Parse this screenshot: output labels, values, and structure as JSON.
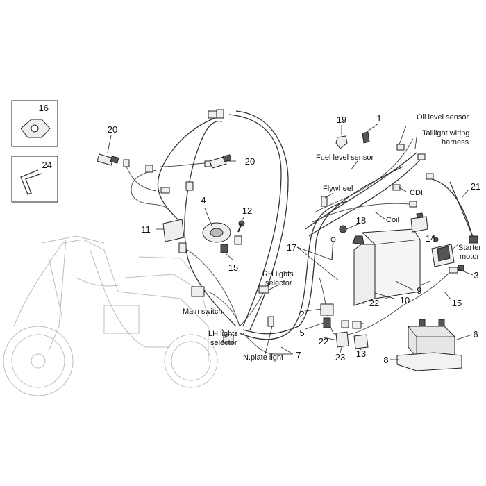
{
  "labels": {
    "oil_level_sensor": "Oil level sensor",
    "taillight_wiring_harness_1": "Taillight wiring",
    "taillight_wiring_harness_2": "harness",
    "fuel_level_sensor": "Fuel level sensor",
    "flywheel": "Flywheel",
    "cdi": "CDI",
    "coil": "Coil",
    "starter_motor_1": "Starter",
    "starter_motor_2": "motor",
    "rh_lights_selector_1": "RH lights",
    "rh_lights_selector_2": "selector",
    "main_switch": "Main switch",
    "lh_lights_selector_1": "LH lights",
    "lh_lights_selector_2": "selector",
    "n_plate_light": "N.plate light"
  },
  "callouts": {
    "c16": "16",
    "c24": "24",
    "c20a": "20",
    "c20b": "20",
    "c19": "19",
    "c1": "1",
    "c21": "21",
    "c4": "4",
    "c12": "12",
    "c11": "11",
    "c15a": "15",
    "c18": "18",
    "c17": "17",
    "c14": "14",
    "c3": "3",
    "c9": "9",
    "c10": "10",
    "c22a": "22",
    "c2": "2",
    "c5": "5",
    "c22b": "22",
    "c23": "23",
    "c13": "13",
    "c15b": "15",
    "c6": "6",
    "c8": "8",
    "c7": "7"
  }
}
